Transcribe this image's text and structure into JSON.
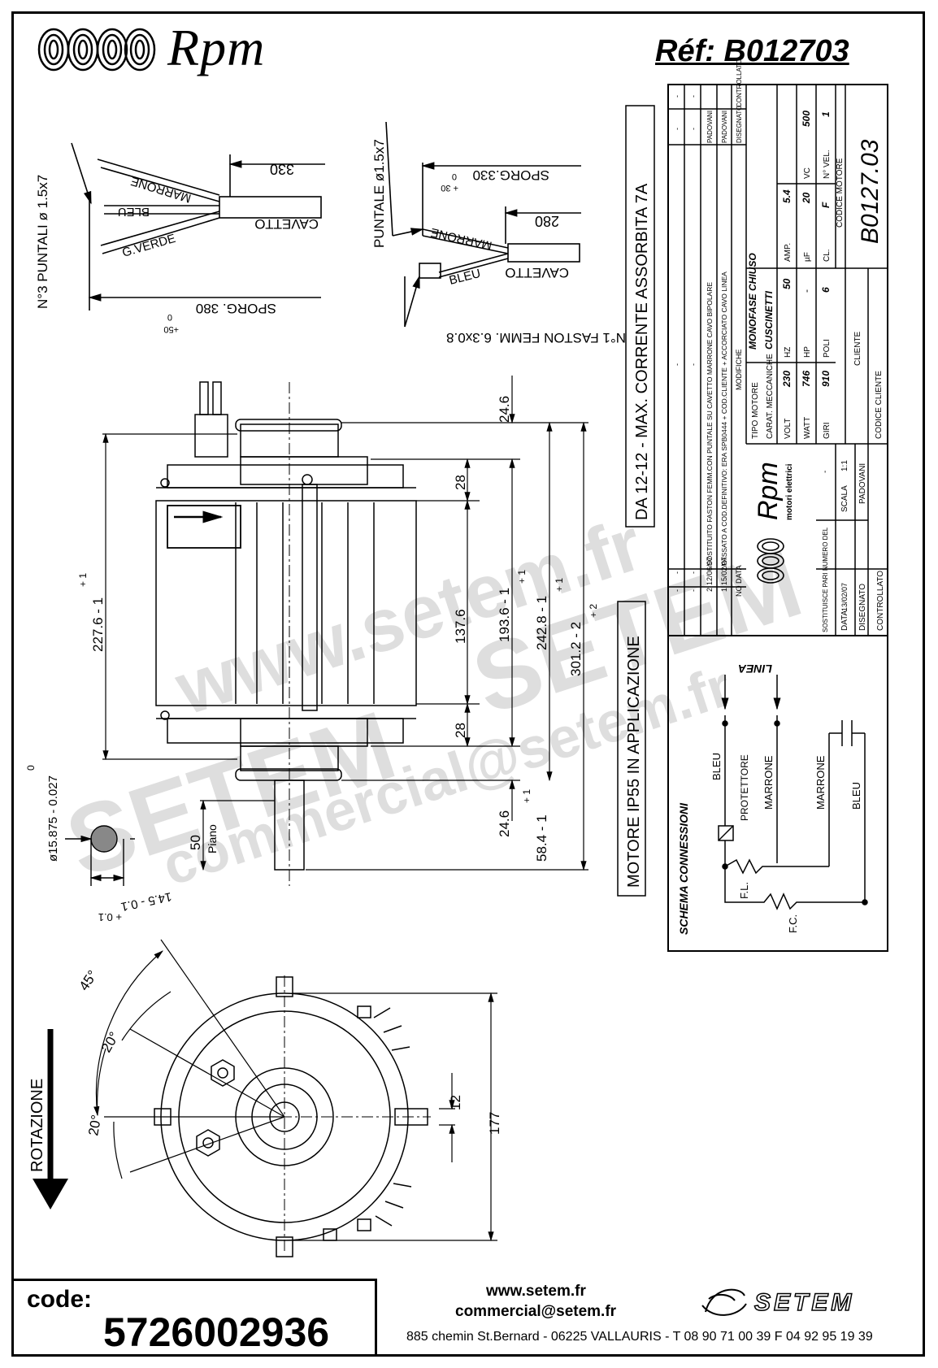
{
  "header": {
    "brand": "Rpm",
    "ref": "Réf:  B012703"
  },
  "wiring_left": {
    "spec": "N°3 PUNTALI ø 1.5x7",
    "len_330": "330",
    "marrone": "MARRONE",
    "bleu": "BLEU",
    "cavetto": "CAVETTO",
    "g_verde": "G.VERDE",
    "sporg": "SPORG. 380",
    "sporg_tol_low": "0",
    "sporg_tol_high": "+50"
  },
  "wiring_right": {
    "spec": "PUNTALE ø1.5x7",
    "sporg": "SPORG.330",
    "sporg_tol_low": "0",
    "sporg_tol_high": "+ 30",
    "len_280": "280",
    "marrone": "MARRONE",
    "bleu": "BLEU",
    "cavetto": "CAVETTO",
    "faston": "N°1 FASTON FEMM. 6.3x0.8"
  },
  "note_current": "DA 12-12 - MAX. CORRENTE ASSORBITA 7A",
  "note_ip": "MOTORE  IP55 IN APPLICAZIONE",
  "dims": {
    "d_24_6_top": "24.6",
    "d_28_top": "28",
    "d_28_bot": "28",
    "d_137_6": "137.6",
    "d_193_6": "193.6 - 1",
    "d_193_tol": "+ 1",
    "d_242_8": "242.8 - 1",
    "d_242_tol": "+ 1",
    "d_301_2": "301.2 - 2",
    "d_301_tol": "+ 2",
    "d_227_6": "227.6 - 1",
    "d_227_tol": "+ 1",
    "d_24_6_bot": "24.6",
    "d_58_4": "58.4 - 1",
    "d_58_tol": "+ 1",
    "d_50": "50",
    "piano": "Piano",
    "d_shaft": "ø15.875 - 0.027",
    "d_shaft_tol": "0",
    "d_14_5": "14.5 - 0.1",
    "d_14_5_tol": "+ 0.1",
    "d_45": "45°",
    "d_20a": "20°",
    "d_20b": "20°",
    "d_12": "12",
    "d_177": "177",
    "rotazione": "ROTAZIONE"
  },
  "title_block": {
    "rev_rows": [
      {
        "no": "-",
        "date": "-",
        "desc": "-",
        "drawn": "-",
        "checked": "-"
      },
      {
        "no": "-",
        "date": "-",
        "desc": "-",
        "drawn": "-",
        "checked": "-"
      },
      {
        "no": "2",
        "date": "12/06/07",
        "desc": "SOSTITUITO FASTON FEMM.CON PUNTALE SU CAVETTO MARRONE CAVO BIPOLARE",
        "drawn": "PADOVANI",
        "checked": ""
      },
      {
        "no": "1",
        "date": "15/02/07",
        "desc": "PASSATO A COD.DEFINITIVO: ERA SPB0444 + COD.CLIENTE + ACCORCIATO CAVO LINEA",
        "drawn": "PADOVANI",
        "checked": ""
      }
    ],
    "hdr_no": "NO",
    "hdr_data": "DATA",
    "hdr_modifiche": "MODIFICHE",
    "hdr_disegnato": "DISEGNATO",
    "hdr_controllato": "CONTROLLATO",
    "brand": "Rpm",
    "brand_sub": "motori elettrici",
    "tipo_motore_label": "TIPO MOTORE",
    "tipo_motore": "MONOFASE CHIUSO",
    "carat_label": "CARAT. MECCANICHE",
    "carat": "CUSCINETTI",
    "volt_label": "VOLT",
    "volt": "230",
    "hz_label": "HZ",
    "hz": "50",
    "amp_label": "AMP.",
    "amp": "5.4",
    "watt_label": "WATT",
    "watt": "746",
    "hp_label": "HP",
    "hp": "-",
    "uf_label": "µF",
    "uf": "20",
    "vc_label": "VC",
    "vc": "500",
    "giri_label": "GIRI",
    "giri": "910",
    "poli_label": "POLI",
    "poli": "6",
    "cl_label": "CL.",
    "cl": "F",
    "nvel_label": "N° VEL.",
    "nvel": "1",
    "cliente_label": "CLIENTE",
    "codice_motore_label": "CODICE MOTORE",
    "codice_motore": "B0127.03",
    "codice_cliente_label": "CODICE CLIENTE",
    "sostituisce": "SOSTITUISCE PARI NUMERO DEL",
    "sostituisce_val": "-",
    "data_label": "DATA",
    "data_val": "13/02/07",
    "scala_label": "SCALA",
    "scala_val": "1:1",
    "disegnato_label": "DISEGNATO",
    "disegnato_val": "PADOVANI",
    "controllato_label": "CONTROLLATO"
  },
  "schema": {
    "title": "SCHEMA CONNESSIONI",
    "linea": "LINEA",
    "bleu1": "BLEU",
    "protettore": "PROTETTORE",
    "marrone1": "MARRONE",
    "marrone2": "MARRONE",
    "bleu2": "BLEU",
    "fl": "F.L.",
    "fc": "F.C."
  },
  "watermarks": [
    "www.setem.fr",
    "SETEM",
    "SETEM",
    "commercial@setem.fr"
  ],
  "footer": {
    "code_label": "code:",
    "code_value": "5726002936",
    "url": "www.setem.fr",
    "email": "commercial@setem.fr",
    "address": "885 chemin St.Bernard  -  06225 VALLAURIS  -   T 08 90 71 00 39   F 04 92 95 19 39",
    "setem_logo": "SETEM"
  }
}
